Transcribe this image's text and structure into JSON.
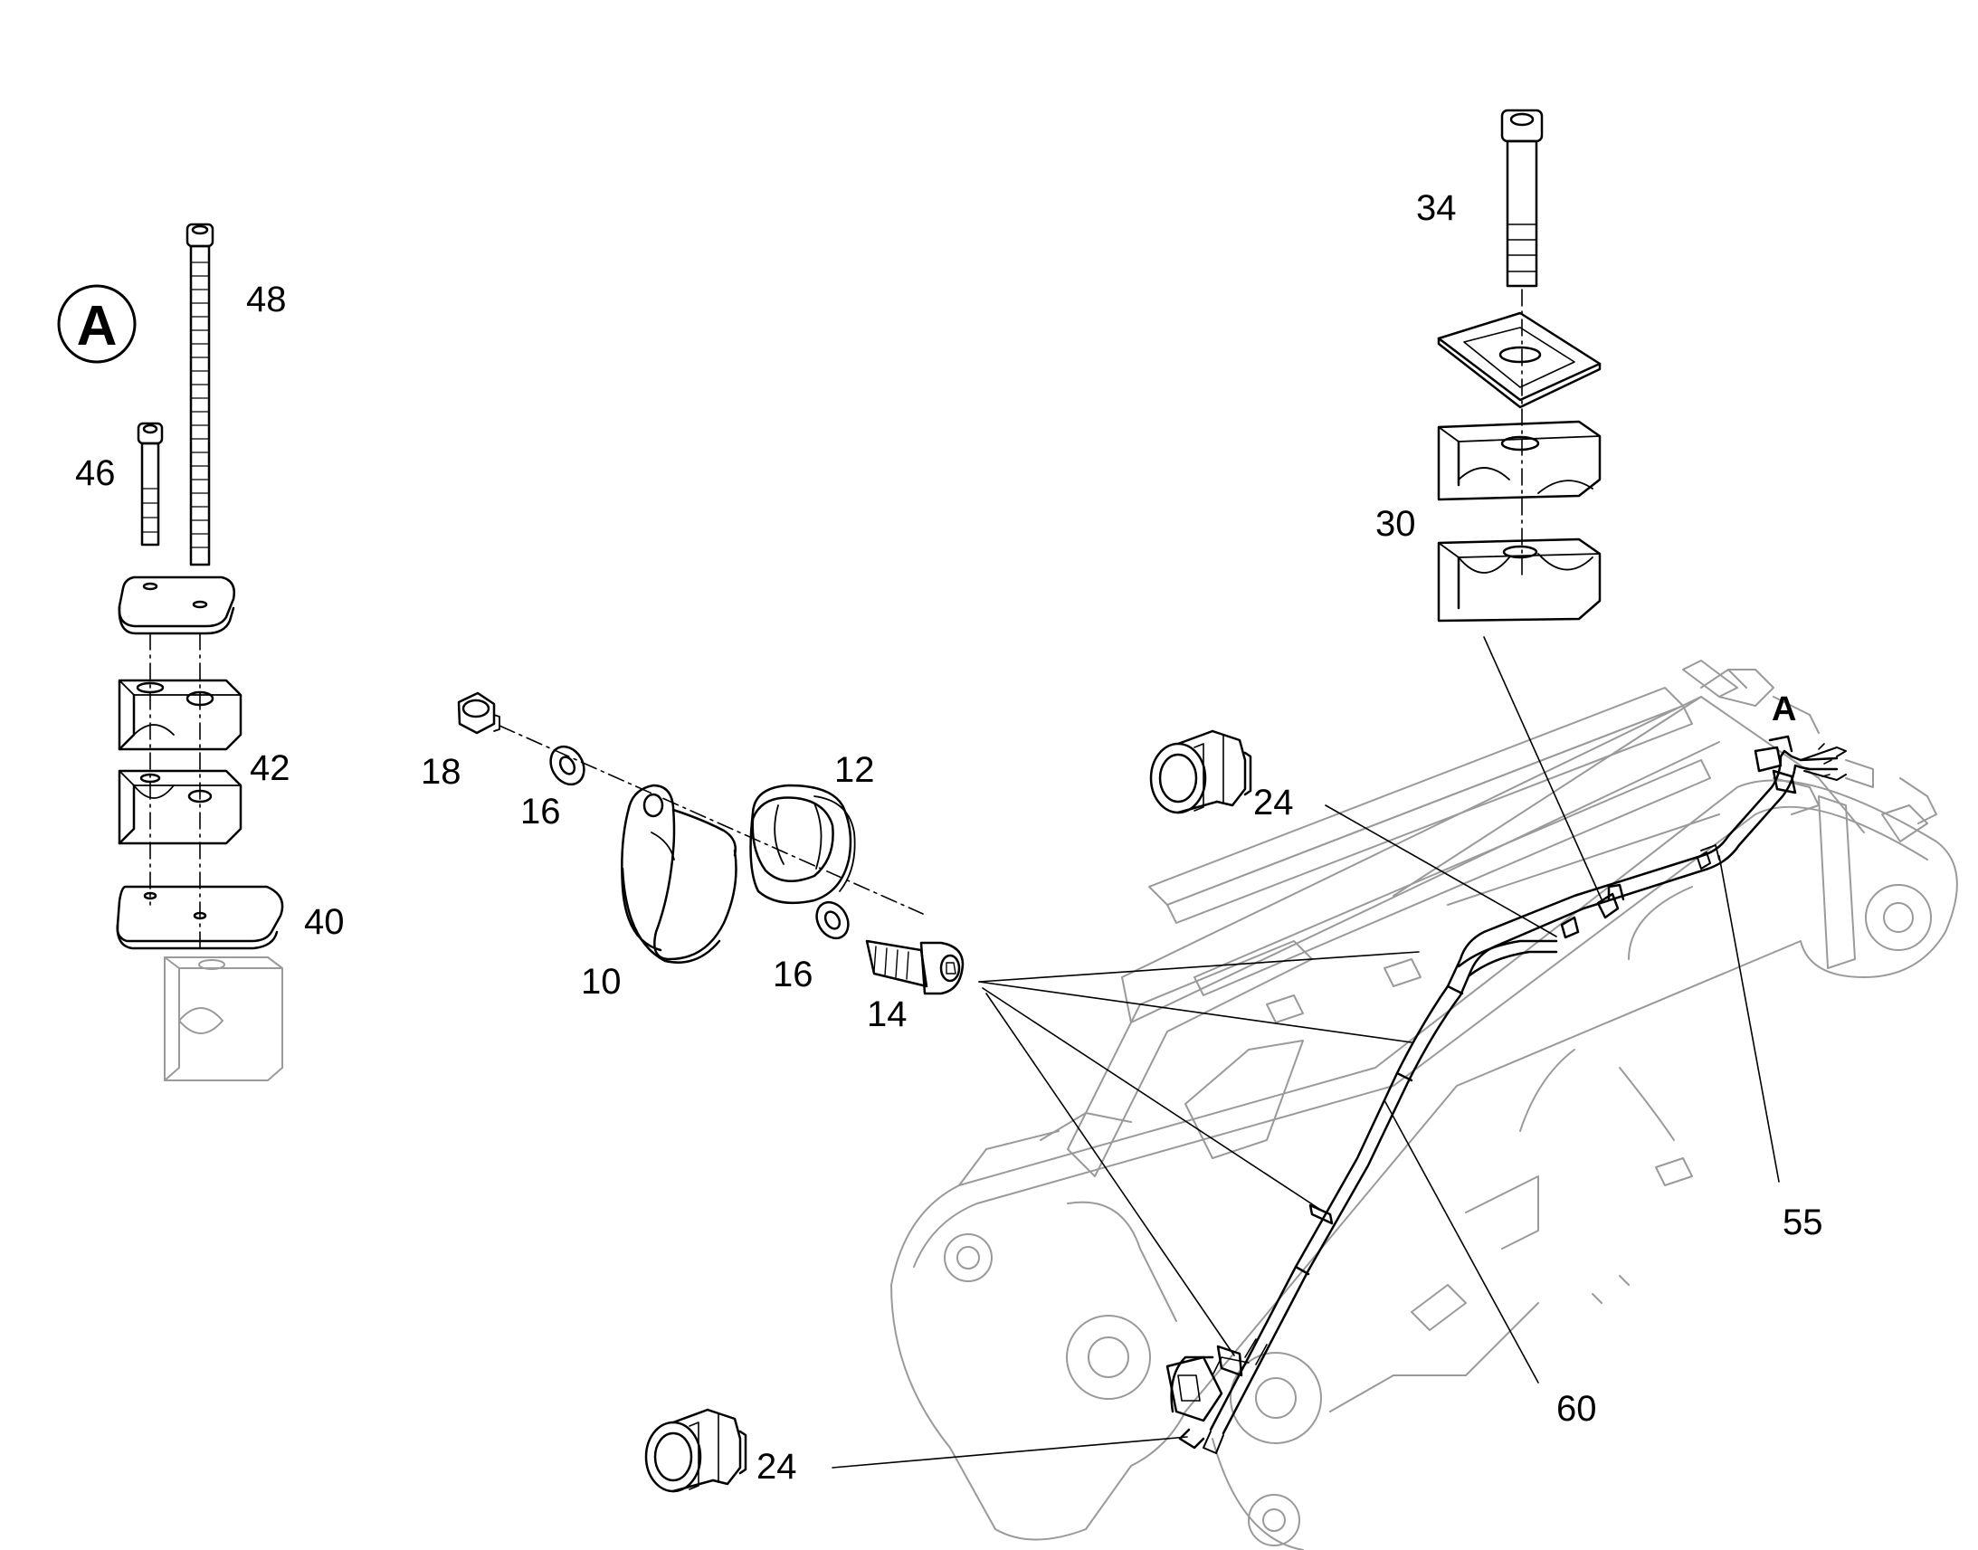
{
  "detail_marker": "A",
  "view_marker": "A",
  "labels": {
    "p48": "48",
    "p46": "46",
    "p42": "42",
    "p40": "40",
    "p18": "18",
    "p16a": "16",
    "p16b": "16",
    "p12": "12",
    "p10": "10",
    "p14": "14",
    "p34": "34",
    "p30": "30",
    "p24a": "24",
    "p24b": "24",
    "p55": "55",
    "p60": "60"
  },
  "colors": {
    "line": "#000000",
    "ghost": "#9a9a9a"
  }
}
